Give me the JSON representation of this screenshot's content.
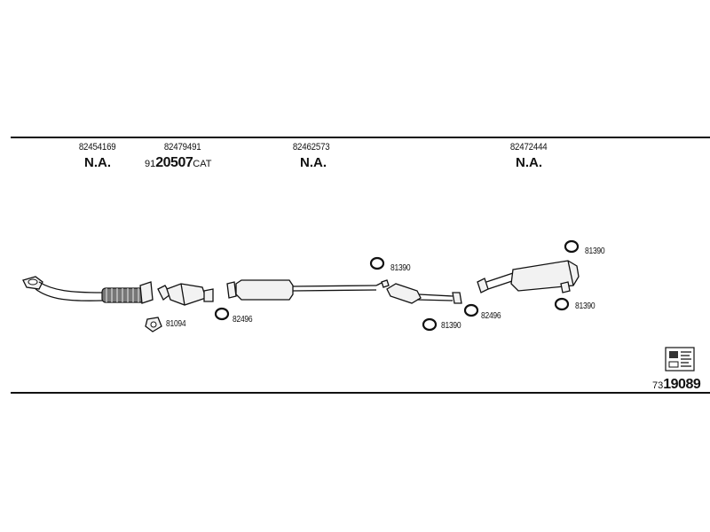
{
  "columns": [
    {
      "part_number": "82454169",
      "status": "N.A."
    },
    {
      "part_number": "82479491",
      "prefix": "91",
      "main": "20507",
      "suffix": "CAT"
    },
    {
      "part_number": "82462573",
      "status": "N.A."
    },
    {
      "part_number": "82472444",
      "status": "N.A."
    }
  ],
  "callouts": {
    "gasket_front": "81094",
    "clamp_1": "82496",
    "clamp_2": "82496",
    "ring_1": "81390",
    "ring_2": "81390",
    "ring_3": "81390",
    "ring_4": "81390"
  },
  "diagram_code": {
    "prefix": "73",
    "main": "19089"
  },
  "icons": {
    "catalog": "exhaust-catalog-icon"
  }
}
